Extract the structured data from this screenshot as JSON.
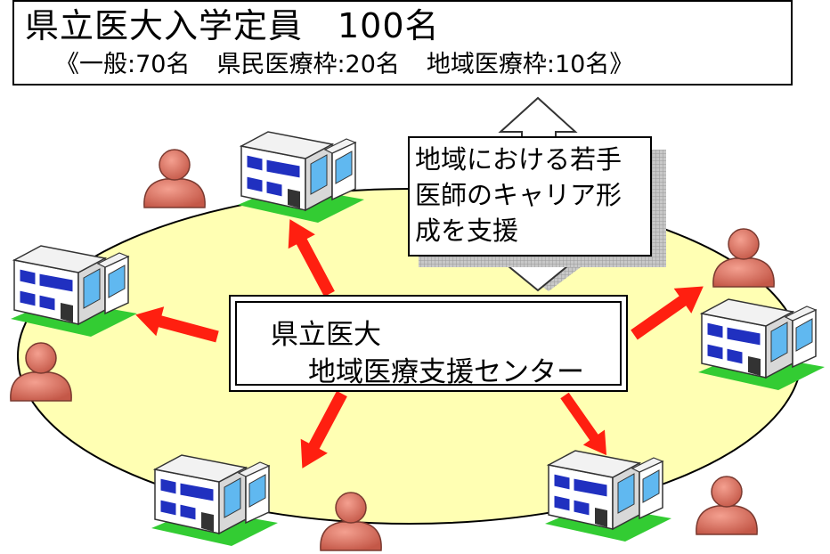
{
  "header": {
    "title": "県立医大入学定員　100名",
    "quota_open": "《一般:70名",
    "quota_prefectural": "県民医療枠:20名",
    "quota_regional": "地域医療枠:10名》"
  },
  "callout": {
    "lines": [
      "地域における若手",
      "医師のキャリア形",
      "成を支援"
    ]
  },
  "center": {
    "line1": "県立医大",
    "line2": "地域医療支援センター"
  },
  "colors": {
    "ellipse_fill": "#ffffb3",
    "arrow_red": "#ff1f10",
    "person_fill": "#dc7060",
    "building_wall": "#ffffff",
    "building_window": "#2030c0",
    "building_glass": "#60b8f0",
    "grass": "#33cc33"
  }
}
